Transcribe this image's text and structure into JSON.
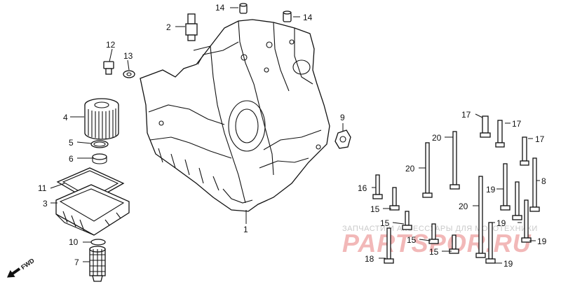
{
  "labels": [
    {
      "id": "l14a",
      "text": "14"
    },
    {
      "id": "l14b",
      "text": "14"
    },
    {
      "id": "l2",
      "text": "2"
    },
    {
      "id": "l12",
      "text": "12"
    },
    {
      "id": "l13",
      "text": "13"
    },
    {
      "id": "l4",
      "text": "4"
    },
    {
      "id": "l5",
      "text": "5"
    },
    {
      "id": "l6",
      "text": "6"
    },
    {
      "id": "l11",
      "text": "11"
    },
    {
      "id": "l3",
      "text": "3"
    },
    {
      "id": "l10",
      "text": "10"
    },
    {
      "id": "l7",
      "text": "7"
    },
    {
      "id": "l9",
      "text": "9"
    },
    {
      "id": "l1",
      "text": "1"
    },
    {
      "id": "l17a",
      "text": "17"
    },
    {
      "id": "l17b",
      "text": "17"
    },
    {
      "id": "l17c",
      "text": "17"
    },
    {
      "id": "l20a",
      "text": "20"
    },
    {
      "id": "l20b",
      "text": "20"
    },
    {
      "id": "l20c",
      "text": "20"
    },
    {
      "id": "l8",
      "text": "8"
    },
    {
      "id": "l16",
      "text": "16"
    },
    {
      "id": "l19a",
      "text": "19"
    },
    {
      "id": "l19b",
      "text": "19"
    },
    {
      "id": "l19c",
      "text": "19"
    },
    {
      "id": "l19d",
      "text": "19"
    },
    {
      "id": "l15a",
      "text": "15"
    },
    {
      "id": "l15b",
      "text": "15"
    },
    {
      "id": "l15c",
      "text": "15"
    },
    {
      "id": "l15d",
      "text": "15"
    },
    {
      "id": "l18",
      "text": "18"
    }
  ],
  "fwd_label": "FWD",
  "watermark": {
    "caption": "ЗАПЧАСТИ И АКСЕССУАРЫ ДЛЯ МОТОТЕХНИКИ",
    "brand": "PARTSPOR.RU"
  }
}
